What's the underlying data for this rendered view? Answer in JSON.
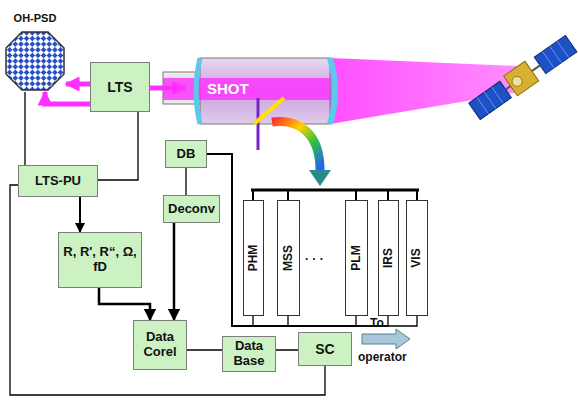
{
  "diagram": {
    "nodes": [
      {
        "text": [
          "OH-PSD"
        ]
      },
      {
        "text": [
          "LTS"
        ]
      },
      {
        "text": [
          "SHOT"
        ]
      },
      {
        "text": [
          "LTS-PU"
        ]
      },
      {
        "text": [
          "DB"
        ]
      },
      {
        "text": [
          "Deconv"
        ]
      },
      {
        "text": [
          "R, R', R“, Ω, fD"
        ]
      },
      {
        "text": [
          "PHM"
        ]
      },
      {
        "text": [
          "MSS"
        ]
      },
      {
        "text": [
          "PLM"
        ]
      },
      {
        "text": [
          "IRS"
        ]
      },
      {
        "text": [
          "VIS"
        ]
      },
      {
        "text": [
          "Data Corel"
        ]
      },
      {
        "text": [
          "Data Base"
        ]
      },
      {
        "text": [
          "SC"
        ]
      }
    ],
    "edges": [
      {
        "from": 1,
        "to": 0,
        "arrow": "to"
      },
      {
        "from": 1,
        "to": 0,
        "arrow": "to"
      },
      {
        "from": 1,
        "to": 2,
        "arrow": "to"
      },
      {
        "from": 0,
        "to": 3,
        "arrow": "none"
      },
      {
        "from": 1,
        "to": 3,
        "arrow": "none"
      },
      {
        "from": 3,
        "to": 6,
        "arrow": "to"
      },
      {
        "from": 3,
        "to": 14,
        "arrow": "none"
      },
      {
        "from": 4,
        "to": 5,
        "arrow": "none"
      },
      {
        "from": 6,
        "to": 12,
        "arrow": "to"
      },
      {
        "from": 5,
        "to": 12,
        "arrow": "to"
      },
      {
        "from": 12,
        "to": 13,
        "arrow": "none"
      },
      {
        "from": 13,
        "to": 14,
        "arrow": "none"
      },
      {
        "from": 7,
        "to": 4,
        "arrow": "none"
      },
      {
        "from": 8,
        "to": 4,
        "arrow": "none"
      },
      {
        "from": 9,
        "to": 4,
        "arrow": "none"
      },
      {
        "from": 10,
        "to": 4,
        "arrow": "none"
      },
      {
        "from": 11,
        "to": 4,
        "arrow": "none"
      }
    ],
    "labels": [
      "· · ·",
      "To",
      "operator"
    ]
  }
}
